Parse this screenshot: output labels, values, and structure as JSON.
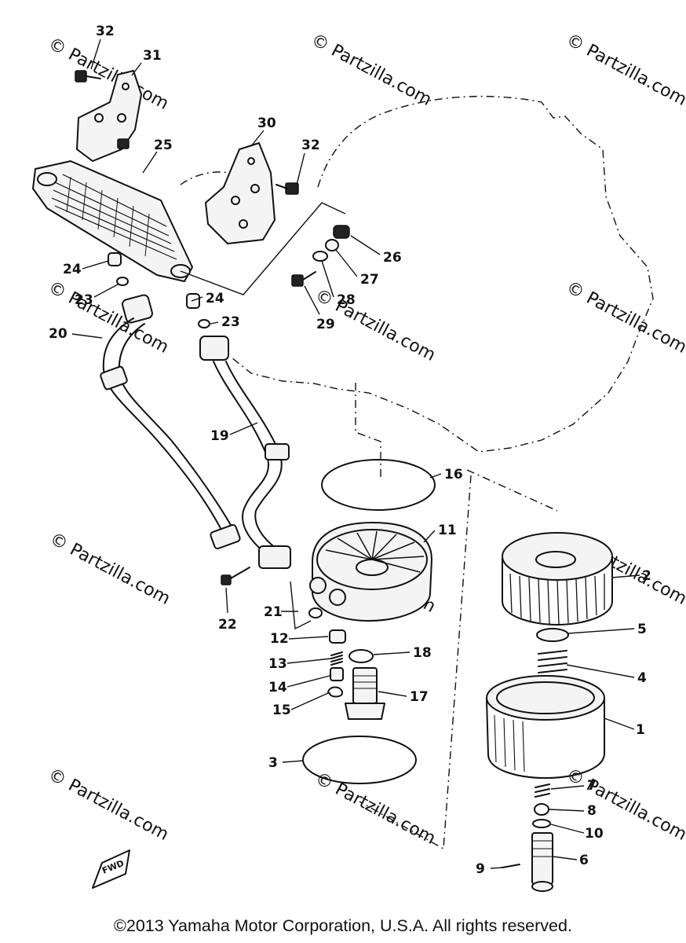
{
  "diagram": {
    "callouts": [
      "32",
      "31",
      "25",
      "30",
      "32",
      "26",
      "27",
      "28",
      "29",
      "24",
      "23",
      "24",
      "23",
      "20",
      "19",
      "16",
      "11",
      "2",
      "5",
      "4",
      "1",
      "21",
      "22",
      "12",
      "18",
      "13",
      "14",
      "17",
      "15",
      "3",
      "7",
      "8",
      "10",
      "6",
      "9"
    ],
    "fwd_label": "FWD",
    "watermark_small": "© Partzilla.com",
    "watermark_large": "© Partzilla.com"
  },
  "footer": {
    "copyright": "©2013  Yamaha Motor Corporation, U.S.A. All rights reserved."
  }
}
